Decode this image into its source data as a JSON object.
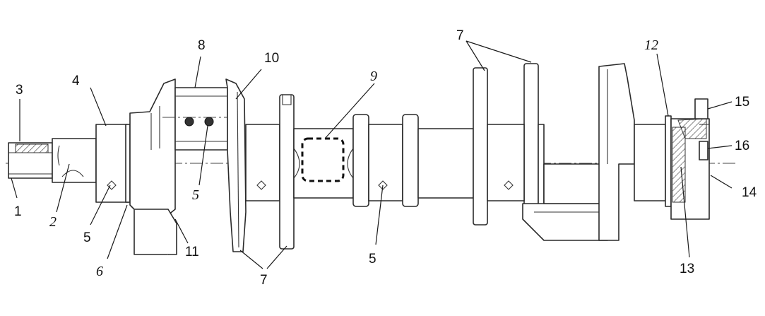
{
  "labels": {
    "l1": "1",
    "l2": "2",
    "l3": "3",
    "l4": "4",
    "l5a": "5",
    "l5b": "5",
    "l5c": "5",
    "l6": "6",
    "l7a": "7",
    "l7b": "7",
    "l8": "8",
    "l9": "9",
    "l10": "10",
    "l11": "11",
    "l12": "12",
    "l13": "13",
    "l14": "14",
    "l15": "15",
    "l16": "16"
  }
}
